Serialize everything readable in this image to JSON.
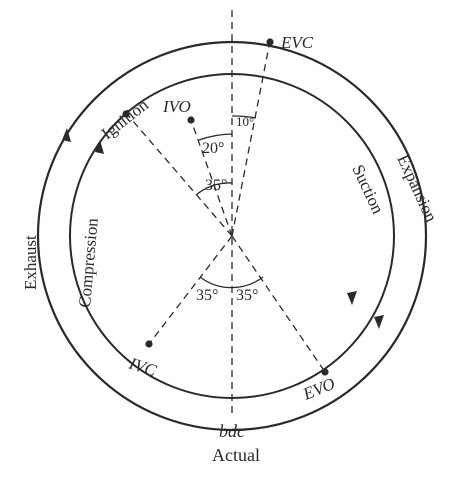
{
  "labels": {
    "evc": "EVC",
    "ivo": "IVO",
    "ignition": "Ignition",
    "suction": "Suction",
    "expansion": "Expansion",
    "exhaust": "Exhaust",
    "compression": "Compression",
    "ivc": "IVC",
    "evo": "EVO",
    "bdc": "bdc",
    "caption": "Actual"
  },
  "angles": {
    "evc_angle": "10°",
    "ivo_angle": "20°",
    "top_dead_angle": "35°",
    "ivc_angle": "35°",
    "evo_angle": "35°"
  },
  "colors": {
    "ink": "#2a2a2a",
    "background": "#ffffff"
  }
}
